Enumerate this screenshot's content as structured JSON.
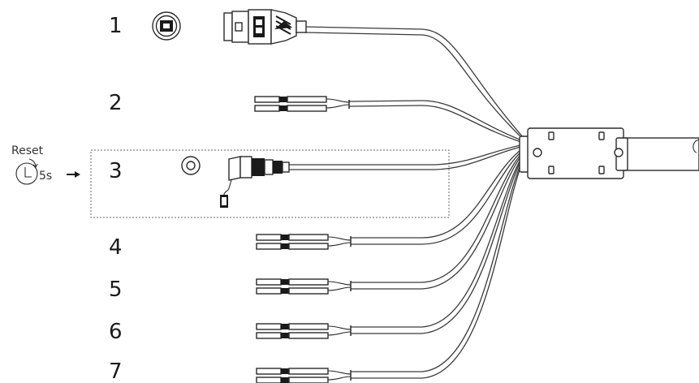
{
  "labels": {
    "n1": "1",
    "n2": "2",
    "n3": "3",
    "n4": "4",
    "n5": "5",
    "n6": "6",
    "n7": "7"
  },
  "reset": {
    "title": "Reset",
    "duration": "5s"
  },
  "icons": {
    "rj45": "rj45-port-icon",
    "reset_button": "reset-button-icon",
    "clock": "clock-icon",
    "arrow": "arrow-right-icon"
  },
  "colors": {
    "line": "#2a2a2a",
    "dashed_box": "#666666",
    "background": "#ffffff"
  }
}
